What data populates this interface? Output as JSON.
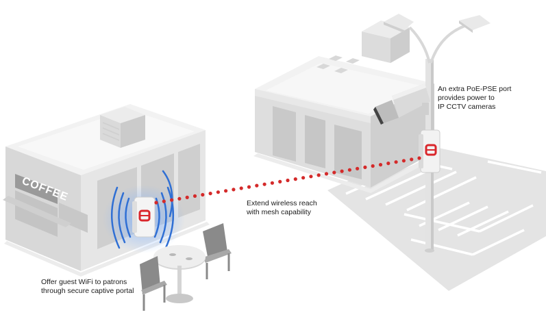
{
  "storefront": {
    "sign_text": "COFFEE"
  },
  "captions": {
    "guest_wifi": [
      "Offer guest WiFi to patrons",
      "through secure captive portal"
    ],
    "mesh": [
      "Extend wireless reach",
      "with mesh capability"
    ],
    "poe": [
      "An extra PoE-PSE port",
      "provides power to",
      "IP CCTV cameras"
    ]
  },
  "colors": {
    "link_dots": "#d42a2a",
    "brand_red": "#d9262b",
    "wifi_waves": "#2f6fd4",
    "building_light": "#f1f1f1",
    "building_shade": "#dcdcdc",
    "parking_lot": "#e4e4e4"
  },
  "icons": [
    "access-point-icon",
    "wifi-signal-icon",
    "cctv-camera-icon",
    "street-lamp-icon"
  ]
}
